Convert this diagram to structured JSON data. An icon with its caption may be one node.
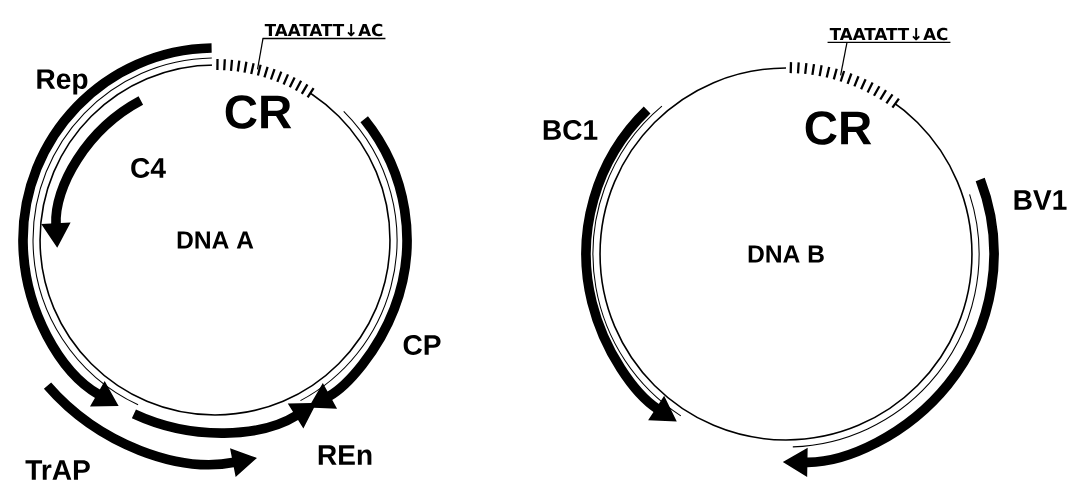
{
  "diagram": {
    "nodes": [
      {
        "text": [
          "TAATATT↓AC"
        ]
      },
      {
        "text": [
          "DNA  A"
        ]
      },
      {
        "text": [
          "TAATATT↓AC"
        ]
      },
      {
        "text": [
          "DNA  B"
        ]
      }
    ],
    "edges": [
      {
        "from": 0,
        "to": 1,
        "arrow": "none"
      },
      {
        "from": 2,
        "to": 3,
        "arrow": "none"
      }
    ],
    "labels": [
      "Rep",
      "CR",
      "C4",
      "CP",
      "TrAP",
      "REn",
      "CR",
      "BC1",
      "BV1"
    ]
  }
}
